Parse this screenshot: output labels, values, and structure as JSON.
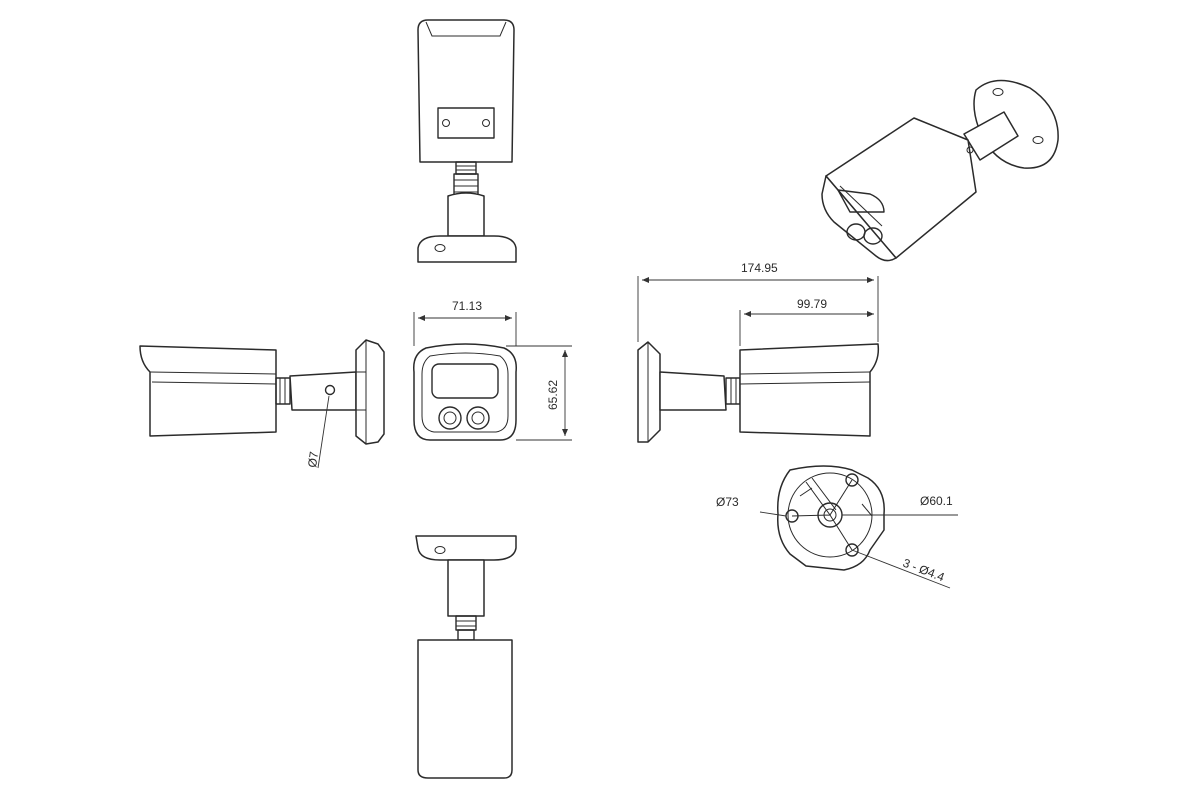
{
  "dimensions": {
    "overall_length": "174.95",
    "housing_length": "99.79",
    "front_width": "71.13",
    "front_height": "65.62",
    "cable_hole": "Ø7",
    "base_diameter": "Ø73",
    "screw_circle": "Ø60.1",
    "mount_holes": "3 - Ø4.4"
  }
}
